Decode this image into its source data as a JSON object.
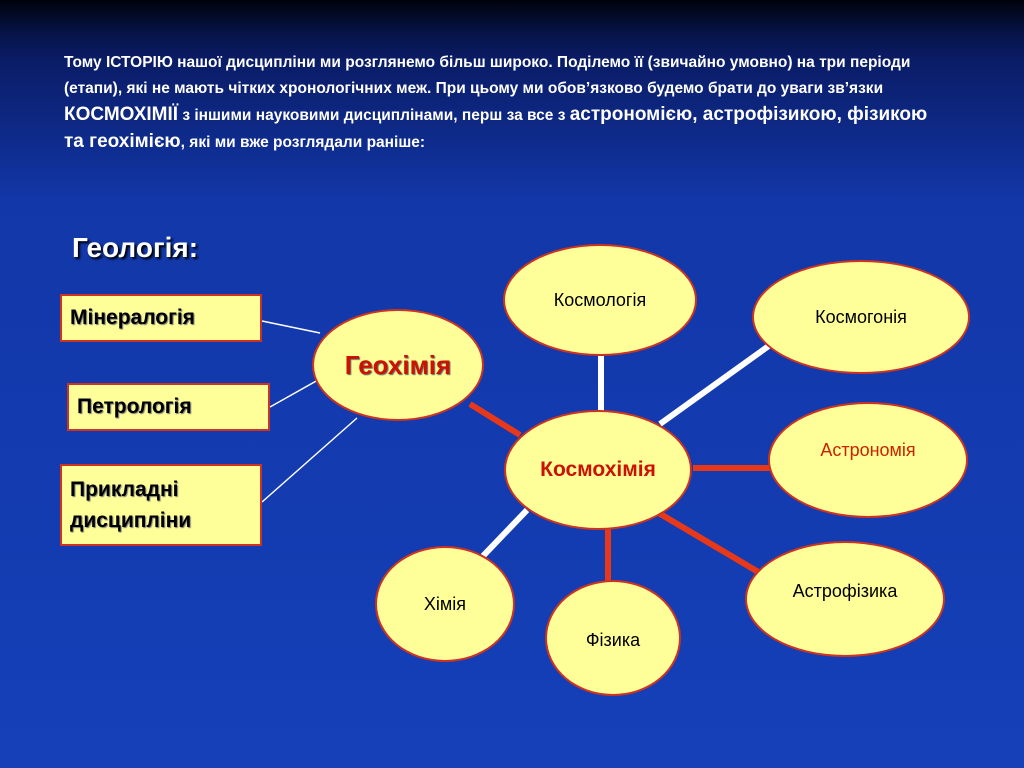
{
  "intro": {
    "part1": "Тому ІСТОРІЮ нашої дисципліни ми розглянемо більш широко. Поділемо її (звичайно умовно) на три періоди (етапи), які не мають чітких хронологічних меж. При цьому ми обов’язково будемо брати до уваги зв’язки ",
    "kosmochemistry": "КОСМОХІМІЇ",
    "part2": " з іншими науковими дисциплінами, перш за все з ",
    "sciences": "астрономією, астрофізикою, фізикою та геохімією",
    "part3": ", які ми вже розглядали раніше:"
  },
  "geology_heading": "Геологія:",
  "geology_boxes": [
    "Мінералогія",
    "Петрологія",
    "Прикладні дисципліни"
  ],
  "nodes": {
    "center": "Космохімія",
    "geochemistry": "Геохімія",
    "cosmology": "Космологія",
    "cosmogony": "Космогонія",
    "astronomy": "Астрономія",
    "astrophysics": "Астрофізика",
    "physics": "Фізика",
    "chemistry": "Хімія"
  },
  "colors": {
    "oval_fill": "#ffff99",
    "oval_border": "#cc3322",
    "link_red": "#e8381a",
    "link_white": "#ffffff"
  }
}
